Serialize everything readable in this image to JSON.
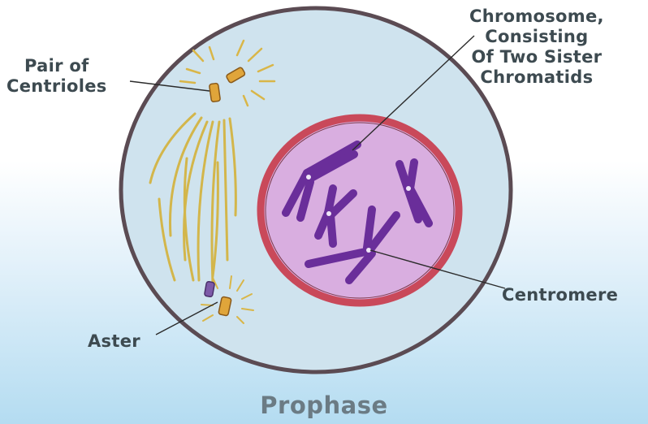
{
  "labels": {
    "centrioles": [
      "Pair of",
      "Centrioles"
    ],
    "chromosome": [
      "Chromosome,",
      "Consisting",
      "Of Two Sister",
      "Chromatids"
    ],
    "centromere": "Centromere",
    "aster": "Aster"
  },
  "caption": "Prophase",
  "colors": {
    "cytoplasm": "#cfe3ee",
    "cell_membrane": "#5b4b53",
    "nuclear_envelope": "#c9495a",
    "nucleoplasm": "#d9aee0",
    "chromosome": "#6a2e9a",
    "spindle_fibers": "#d4b23a",
    "centriole": "#e0a53a",
    "label_text": "#3d4a50",
    "caption_text": "#6b7b84"
  }
}
